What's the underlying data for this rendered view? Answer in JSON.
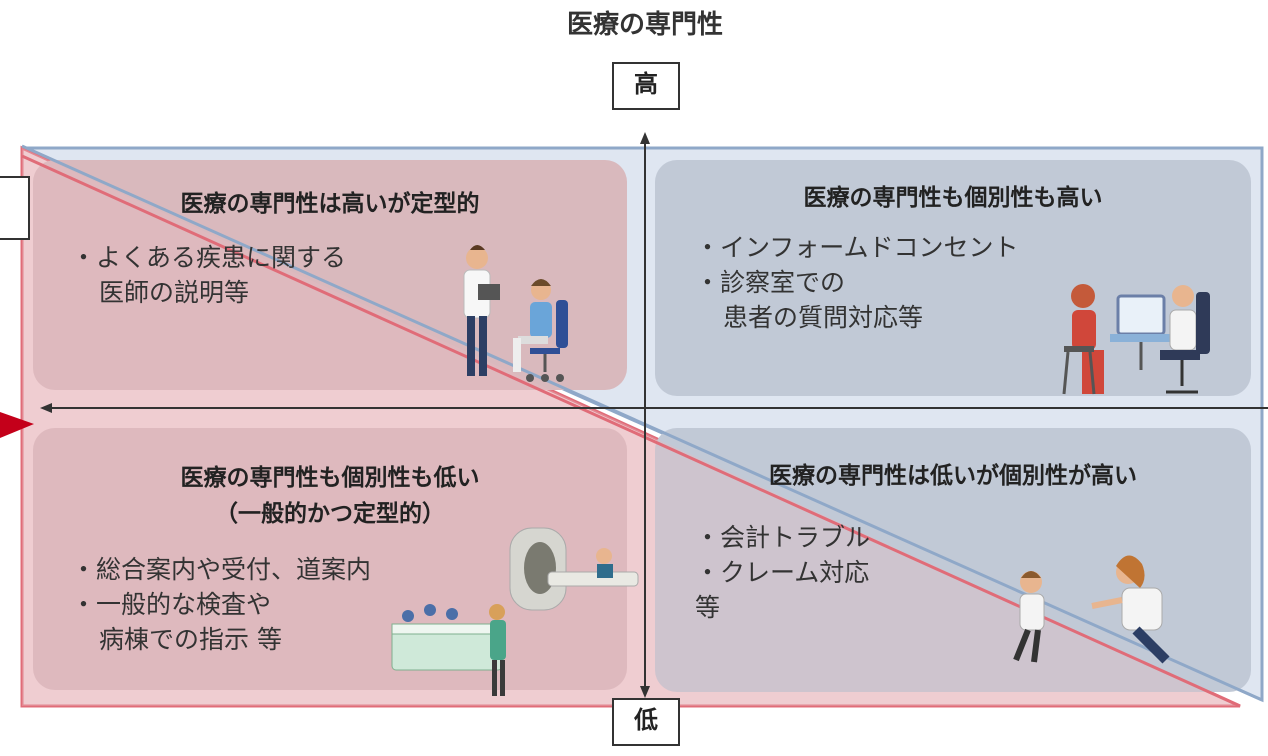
{
  "axis": {
    "vertical_title": "医療の専門性",
    "high_label": "高",
    "low_label": "低"
  },
  "quadrants": {
    "top_left": {
      "title": "医療の専門性は高いが定型的",
      "items": [
        "・よくある疾患に関する",
        "医師の説明等"
      ],
      "illustration": "doctor-explaining-to-patient-icon"
    },
    "top_right": {
      "title": "医療の専門性も個別性も高い",
      "items": [
        "・インフォームドコンセント",
        "・診察室での",
        "患者の質問対応等"
      ],
      "illustration": "consultation-room-icon"
    },
    "bottom_left": {
      "title": "医療の専門性も個別性も低い",
      "subtitle": "（一般的かつ定型的）",
      "items": [
        "・総合案内や受付、道案内",
        "・一般的な検査や",
        "病棟での指示 等"
      ],
      "illustration": [
        "ct-scanner-icon",
        "nurse-station-icon"
      ]
    },
    "bottom_right": {
      "title": "医療の専門性は低いが個別性が高い",
      "items": [
        "・会計トラブル",
        "・クレーム対応",
        "等"
      ],
      "illustration": "complaint-handling-icon"
    }
  },
  "colors": {
    "pink_area": "#f3d8db",
    "pink_border": "#e06c78",
    "blue_area": "#dfe6f1",
    "blue_border": "#8fa8c8",
    "arrow_red": "#c4001a"
  }
}
